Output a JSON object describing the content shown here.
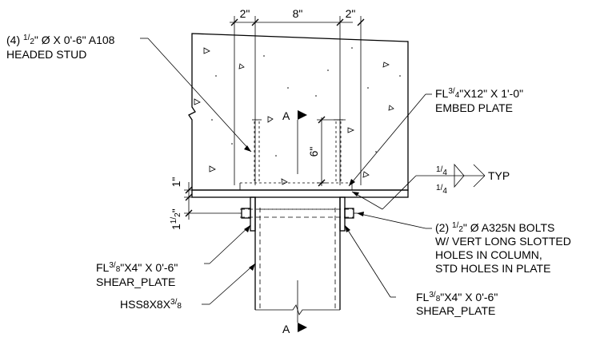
{
  "dimensions": {
    "top_left": "2\"",
    "top_middle": "8\"",
    "top_right": "2\"",
    "vertical_6": "6\"",
    "vertical_1": "1\"",
    "vertical_1_half_whole": "1",
    "vertical_1_half_num": "1",
    "vertical_1_half_den": "2",
    "vertical_1_half_tail": "\""
  },
  "callouts": {
    "headed_stud": {
      "line1_prefix": "(4) ",
      "num": "1",
      "den": "2",
      "line1_suffix": "\" Ø X 0'-6\" A108",
      "line2": "HEADED STUD"
    },
    "embed_plate": {
      "line1_prefix": "FL",
      "num": "3",
      "den": "4",
      "line1_suffix": "\"X12\" X 1'-0\"",
      "line2": "EMBED PLATE"
    },
    "weld": {
      "top_num": "1",
      "top_den": "4",
      "bottom_num": "1",
      "bottom_den": "4",
      "tail": "TYP"
    },
    "bolts": {
      "line1_prefix": "(2) ",
      "num": "1",
      "den": "2",
      "line1_suffix": "\" Ø A325N BOLTS",
      "line2": "W/ VERT LONG SLOTTED",
      "line3": "HOLES IN COLUMN,",
      "line4": "STD HOLES IN PLATE"
    },
    "shear_plate_left": {
      "line1_prefix": "FL",
      "num": "3",
      "den": "8",
      "line1_suffix": "\"X4\" X 0'-6\"",
      "line2": "SHEAR_PLATE"
    },
    "shear_plate_right": {
      "line1_prefix": "FL",
      "num": "3",
      "den": "8",
      "line1_suffix": "\"X4\" X 0'-6\"",
      "line2": "SHEAR_PLATE"
    },
    "hss": {
      "prefix": "HSS8X8X",
      "num": "3",
      "den": "8"
    }
  },
  "section_marks": {
    "top": "A",
    "bottom": "A"
  }
}
